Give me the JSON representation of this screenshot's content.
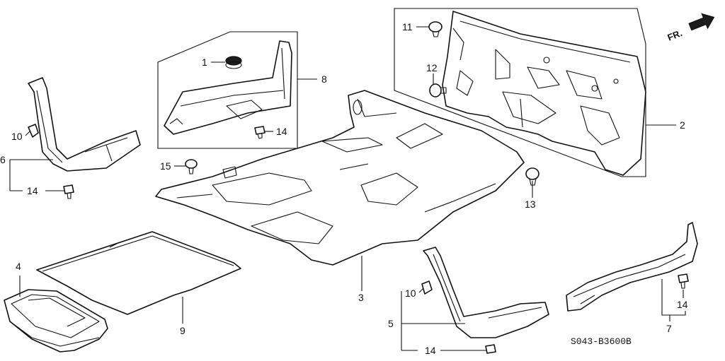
{
  "diagram": {
    "direction_label": "FR.",
    "drawing_code": "S043-B3600B",
    "callouts": {
      "c1": "1",
      "c2": "2",
      "c3": "3",
      "c4": "4",
      "c5": "5",
      "c6": "6",
      "c7": "7",
      "c8": "8",
      "c9": "9",
      "c10a": "10",
      "c10b": "10",
      "c11": "11",
      "c12": "12",
      "c13": "13",
      "c14a": "14",
      "c14b": "14",
      "c14c": "14",
      "c14d": "14",
      "c15": "15"
    },
    "icons": {
      "direction": "arrow-right-icon",
      "clip": "clip-icon",
      "grommet": "grommet-icon"
    }
  }
}
